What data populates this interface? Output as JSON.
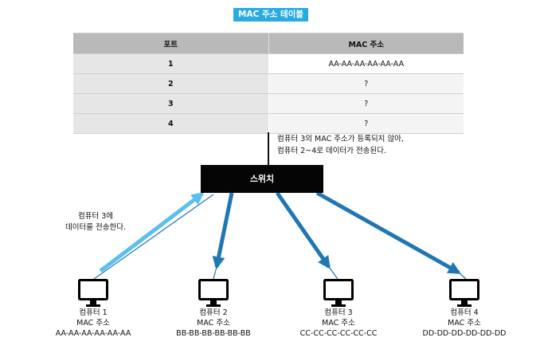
{
  "title": "MAC 주소 테이블",
  "table": {
    "headers": {
      "port": "포트",
      "mac": "MAC 주소"
    },
    "rows": [
      {
        "port": "1",
        "mac": "AA-AA-AA-AA-AA-AA"
      },
      {
        "port": "2",
        "mac": "?"
      },
      {
        "port": "3",
        "mac": "?"
      },
      {
        "port": "4",
        "mac": "?"
      }
    ]
  },
  "note": {
    "line1": "컴퓨터 3의 MAC 주소가 등록되지 않아,",
    "line2": "컴퓨터 2~4로 데이터가 전송된다."
  },
  "switch_label": "스위치",
  "send_note": {
    "line1": "컴퓨터 3에",
    "line2": "데이터를 전송한다."
  },
  "computers": [
    {
      "name": "컴퓨터 1",
      "mac_label": "MAC 주소",
      "mac": "AA-AA-AA-AA-AA-AA"
    },
    {
      "name": "컴퓨터 2",
      "mac_label": "MAC 주소",
      "mac": "BB-BB-BB-BB-BB-BB"
    },
    {
      "name": "컴퓨터 3",
      "mac_label": "MAC 주소",
      "mac": "CC-CC-CC-CC-CC-CC"
    },
    {
      "name": "컴퓨터 4",
      "mac_label": "MAC 주소",
      "mac": "DD-DD-DD-DD-DD-DD"
    }
  ],
  "colors": {
    "title_bg": "#29abe2",
    "send_arrow": "#5bc0f0",
    "flood_arrow": "#1f77b4",
    "switch_bg": "#050505"
  }
}
